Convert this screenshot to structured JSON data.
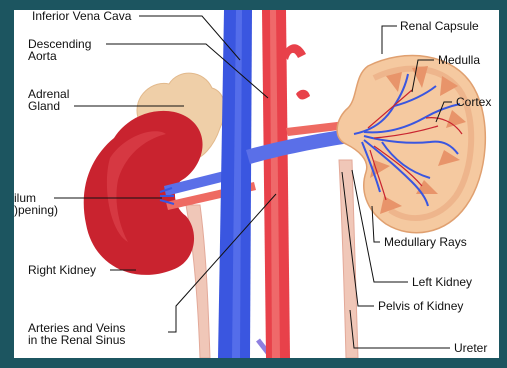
{
  "labels": {
    "inferior_vena_cava": "Inferior Vena Cava",
    "descending_aorta_line1": "Descending",
    "descending_aorta_line2": "Aorta",
    "adrenal_gland_line1": "Adrenal",
    "adrenal_gland_line2": "Gland",
    "hilum_line1": "ilum",
    "hilum_line2": ")pening)",
    "right_kidney": "Right Kidney",
    "arteries_veins_line1": "Arteries and Veins",
    "arteries_veins_line2": "in the Renal Sinus",
    "renal_capsule": "Renal Capsule",
    "medulla": "Medulla",
    "cortex": "Cortex",
    "medullary_rays": "Medullary Rays",
    "left_kidney": "Left Kidney",
    "pelvis_of_kidney": "Pelvis of Kidney",
    "ureter": "Ureter"
  },
  "colors": {
    "frame": "#1c5560",
    "vein": "#3a56e0",
    "artery": "#e8414a",
    "kidney_red": "#c9232f",
    "adrenal": "#efcfa8",
    "cortex": "#f5c9a0",
    "medulla": "#e8946a",
    "ureter": "#f0c7b8"
  }
}
